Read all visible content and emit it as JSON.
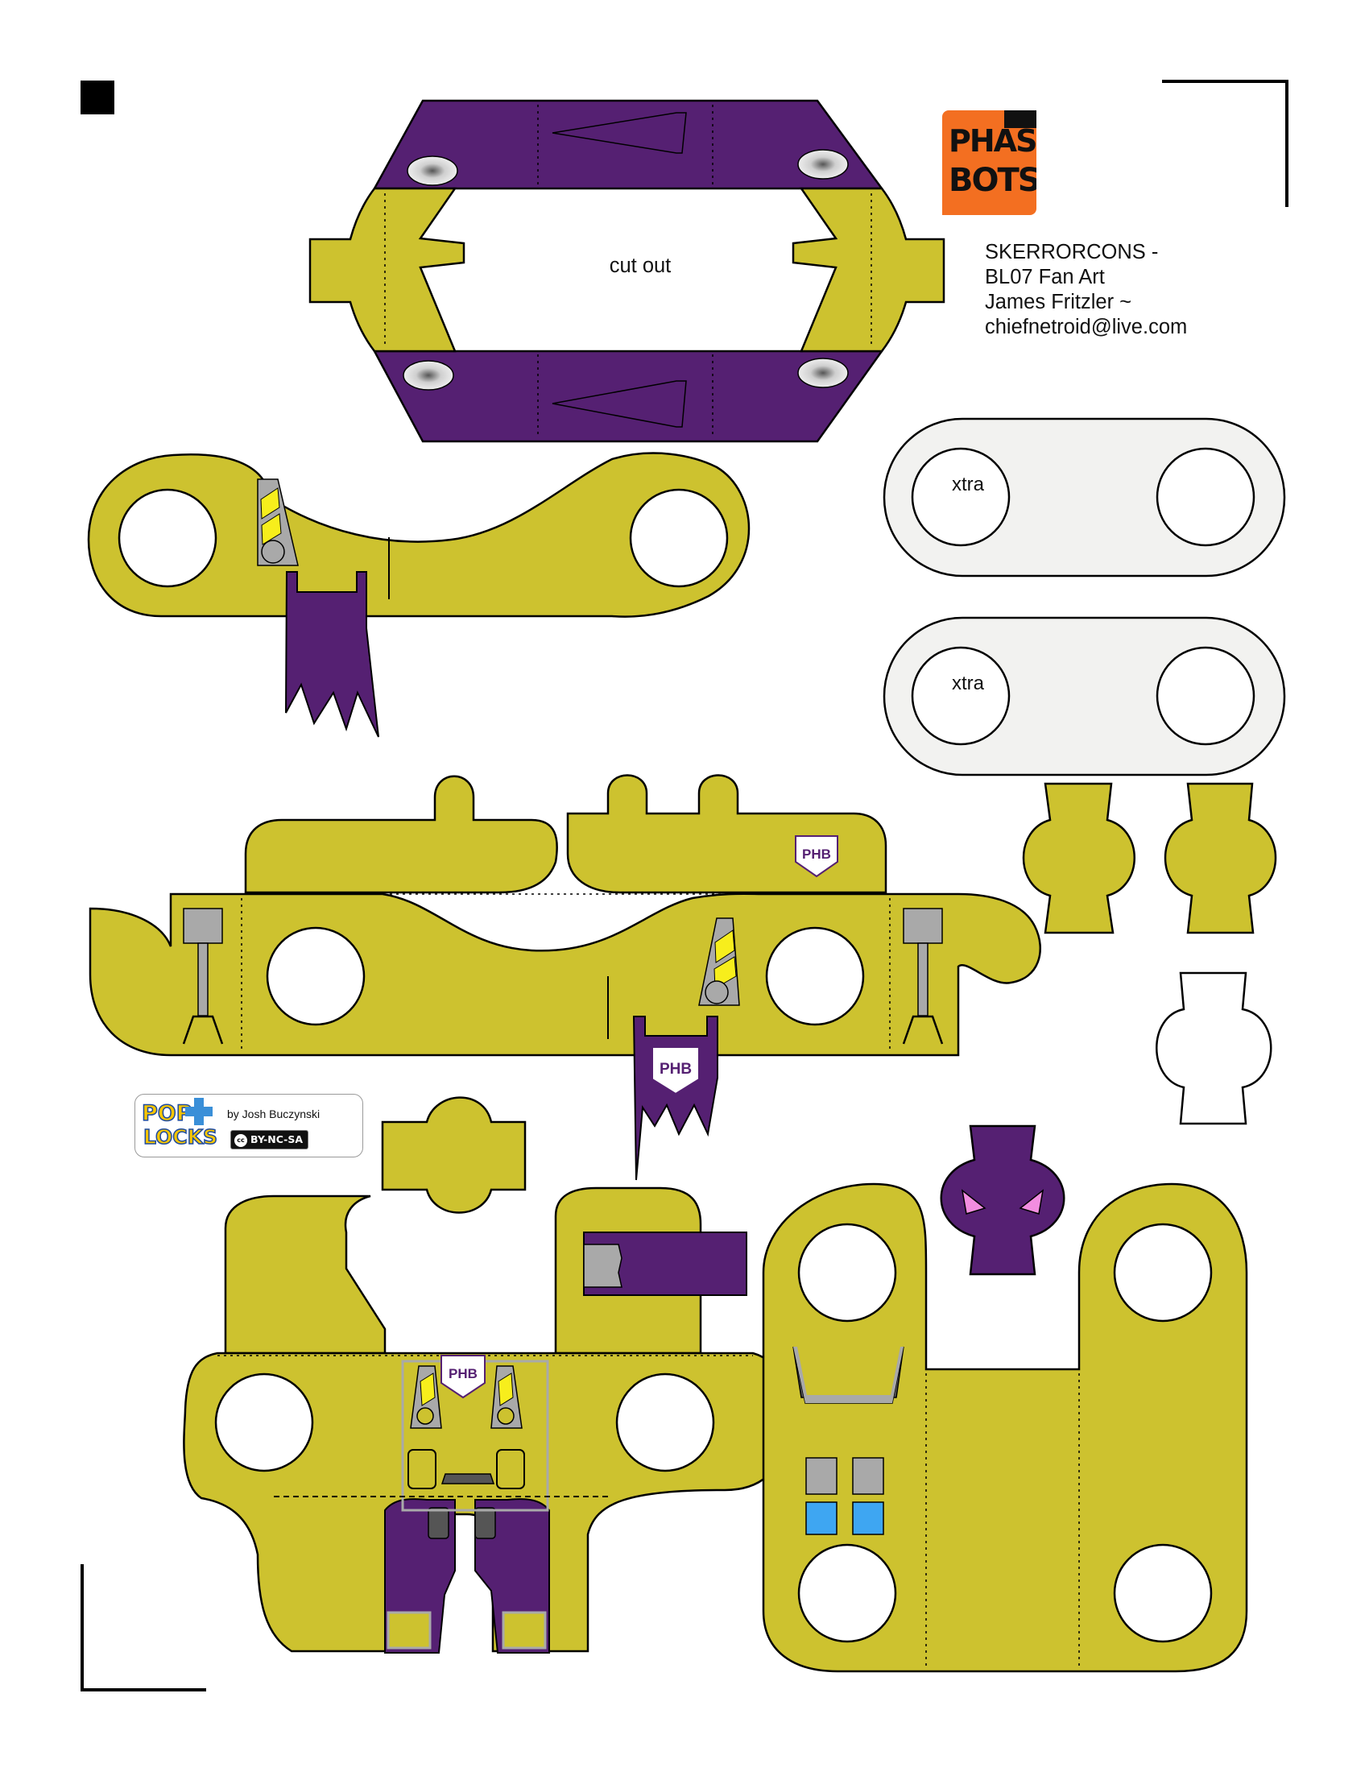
{
  "credits": {
    "line1": "SKERRORCONS -",
    "line2": "BL07 Fan Art",
    "line3": "James Fritzler  ~",
    "line4": "chiefnetroid@live.com"
  },
  "labels": {
    "cut_out": "cut out",
    "extra_1": "xtra",
    "extra_2": "xtra"
  },
  "logos": {
    "phasebots_row1": "PHASE",
    "phasebots_row2": "BOTS",
    "phb_badge": "PHB",
    "poplocks_pop": "POP",
    "poplocks_locks": "LOCKS",
    "poplocks_byline": "by Josh Buczynski",
    "license": "BY-NC-SA",
    "license_cc": "cc"
  },
  "colors": {
    "olive": "#cdc22f",
    "purple": "#552072",
    "grey": "#a9a9a9",
    "dark_grey": "#555555",
    "blue": "#3ea6f2",
    "pink": "#f28de0",
    "orange": "#f36f21",
    "yellow_stripe": "#f7ee1c",
    "extra_fill": "#f2f2f0"
  },
  "icons": [
    "registration-mark-icon",
    "phasebots-logo-icon",
    "phb-decepticon-badge-icon",
    "poplocks-logo-icon",
    "creative-commons-icon"
  ]
}
